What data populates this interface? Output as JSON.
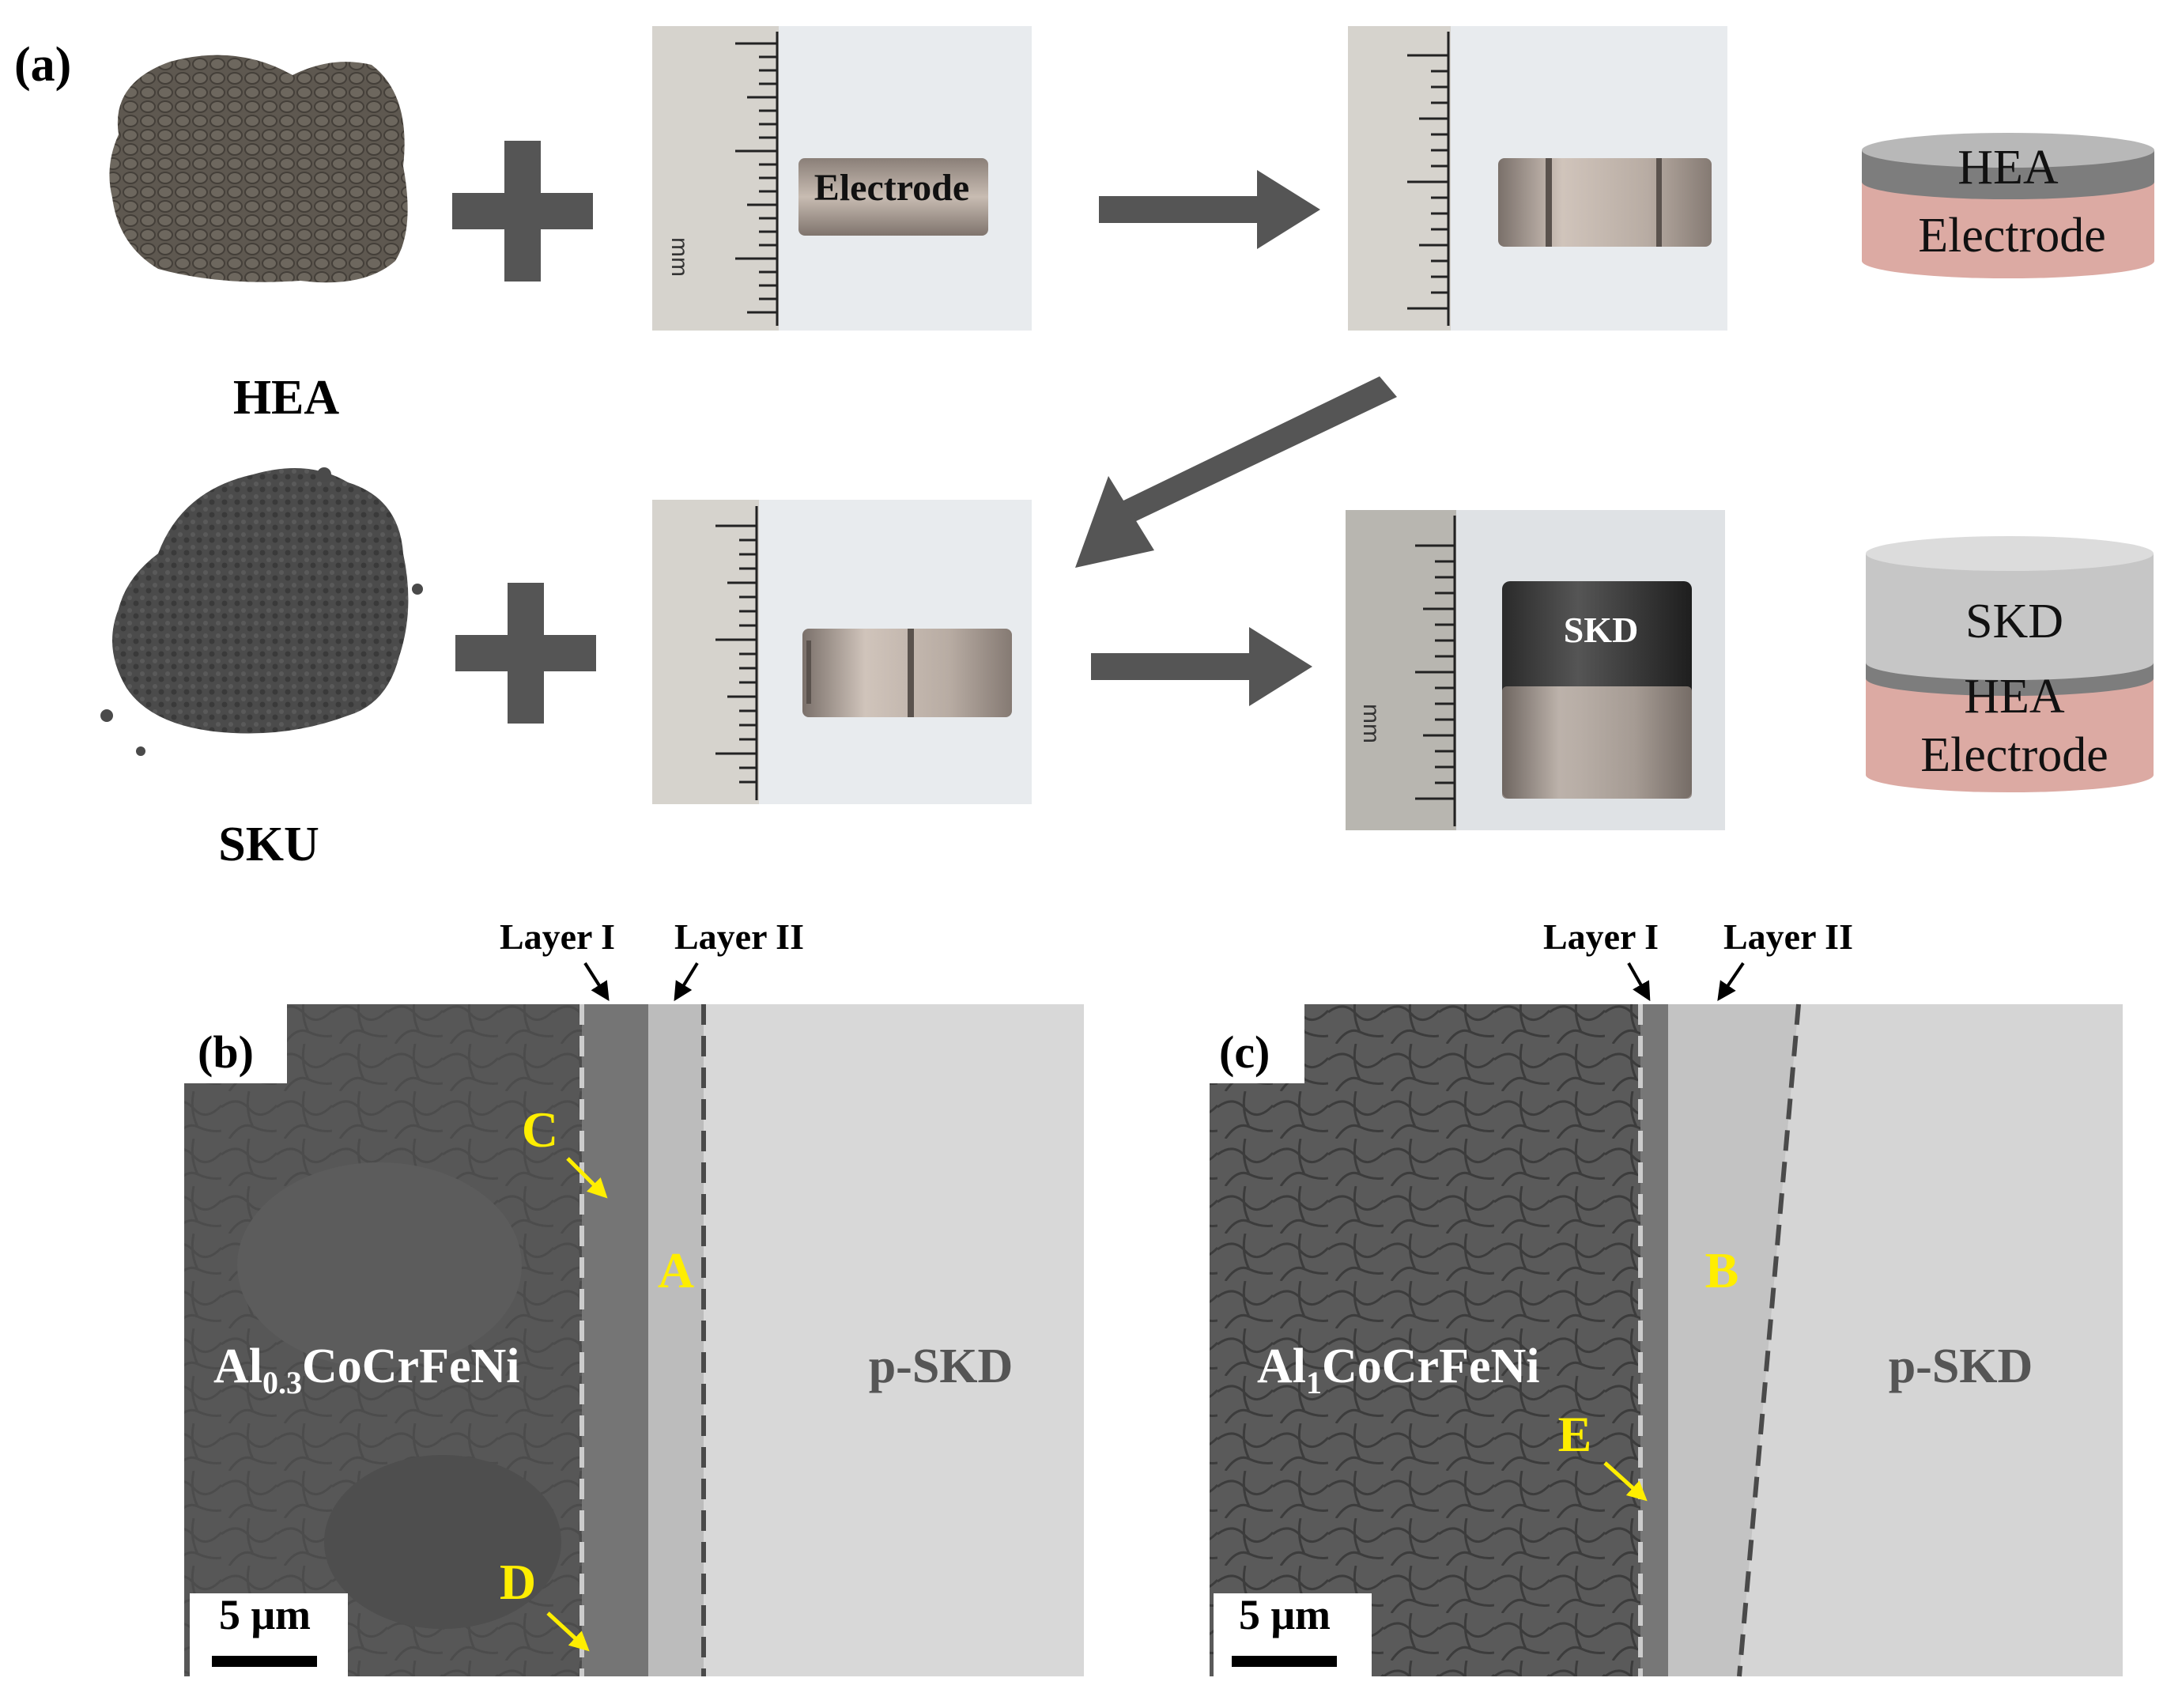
{
  "panel_a": {
    "label": "(a)",
    "hea_powder_label": "HEA",
    "sku_powder_label": "SKU",
    "ruler_unit": "mm",
    "electrode_text": "Electrode",
    "skd_text": "SKD",
    "schematic_top": {
      "layer1": "HEA",
      "layer2": "Electrode"
    },
    "schematic_bottom": {
      "layer1": "SKD",
      "layer2": "HEA",
      "layer3": "Electrode"
    }
  },
  "panel_b": {
    "label": "(b)",
    "layer1_label": "Layer I",
    "layer2_label": "Layer II",
    "alloy_base": "Al",
    "alloy_sub": "0.3",
    "alloy_rest": "CoCrFeNi",
    "matrix_label": "p-SKD",
    "point_a": "A",
    "point_c": "C",
    "point_d": "D",
    "scale_bar": "5 μm"
  },
  "panel_c": {
    "label": "(c)",
    "layer1_label": "Layer I",
    "layer2_label": "Layer II",
    "alloy_base": "Al",
    "alloy_sub": "1",
    "alloy_rest": "CoCrFeNi",
    "matrix_label": "p-SKD",
    "point_b": "B",
    "point_e": "E",
    "scale_bar": "5 μm"
  },
  "colors": {
    "arrow_gray": "#555555",
    "annotation_yellow": "#ffee00",
    "electrode_pink": "#dcaaa3",
    "hea_layer_gray": "#7d7d7d",
    "skd_gray": "#c6c6c6"
  }
}
